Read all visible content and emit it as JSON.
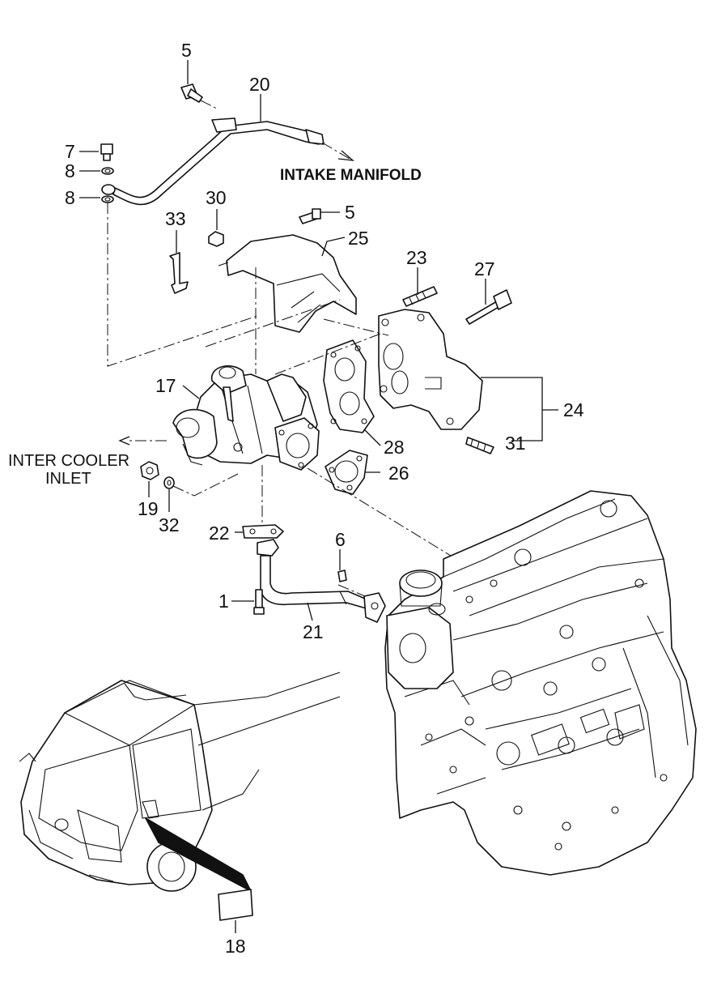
{
  "annotations": {
    "intake_manifold": "INTAKE MANIFOLD",
    "inter_cooler_line1": "INTER COOLER",
    "inter_cooler_line2": "INLET"
  },
  "callouts": [
    {
      "id": "c5a",
      "text": "5"
    },
    {
      "id": "c20",
      "text": "20"
    },
    {
      "id": "c7",
      "text": "7"
    },
    {
      "id": "c8a",
      "text": "8"
    },
    {
      "id": "c8b",
      "text": "8"
    },
    {
      "id": "c30",
      "text": "30"
    },
    {
      "id": "c5b",
      "text": "5"
    },
    {
      "id": "c33",
      "text": "33"
    },
    {
      "id": "c25",
      "text": "25"
    },
    {
      "id": "c23",
      "text": "23"
    },
    {
      "id": "c27",
      "text": "27"
    },
    {
      "id": "c17",
      "text": "17"
    },
    {
      "id": "c24",
      "text": "24"
    },
    {
      "id": "c28",
      "text": "28"
    },
    {
      "id": "c31",
      "text": "31"
    },
    {
      "id": "c26",
      "text": "26"
    },
    {
      "id": "c19",
      "text": "19"
    },
    {
      "id": "c32",
      "text": "32"
    },
    {
      "id": "c22",
      "text": "22"
    },
    {
      "id": "c6",
      "text": "6"
    },
    {
      "id": "c1",
      "text": "1"
    },
    {
      "id": "c21",
      "text": "21"
    },
    {
      "id": "c18",
      "text": "18"
    }
  ]
}
